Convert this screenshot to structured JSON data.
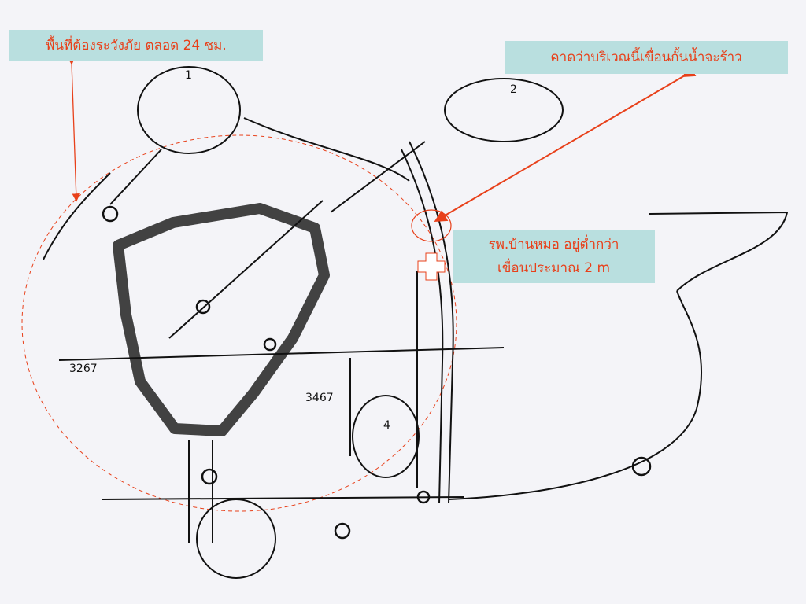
{
  "annotations": {
    "watch_area": "พื้นที่ต้องระวังภัย ตลอด 24 ชม.",
    "dam_crack": "คาดว่าบริเวณนี้เขื่อนกั้นน้ำจะร้าว",
    "hospital_line1": "รพ.บ้านหมอ อยู่ต่ำกว่า",
    "hospital_line2": "เขื่อนประมาณ 2 m"
  },
  "road_labels": {
    "road_west": "3267",
    "road_south": "3467"
  },
  "cloud_numbers": [
    "1",
    "2",
    "4"
  ],
  "colors": {
    "note_bg": "#b9dfdf",
    "note_text": "#e8401a",
    "arrow": "#e8401a",
    "ink": "#111111"
  }
}
